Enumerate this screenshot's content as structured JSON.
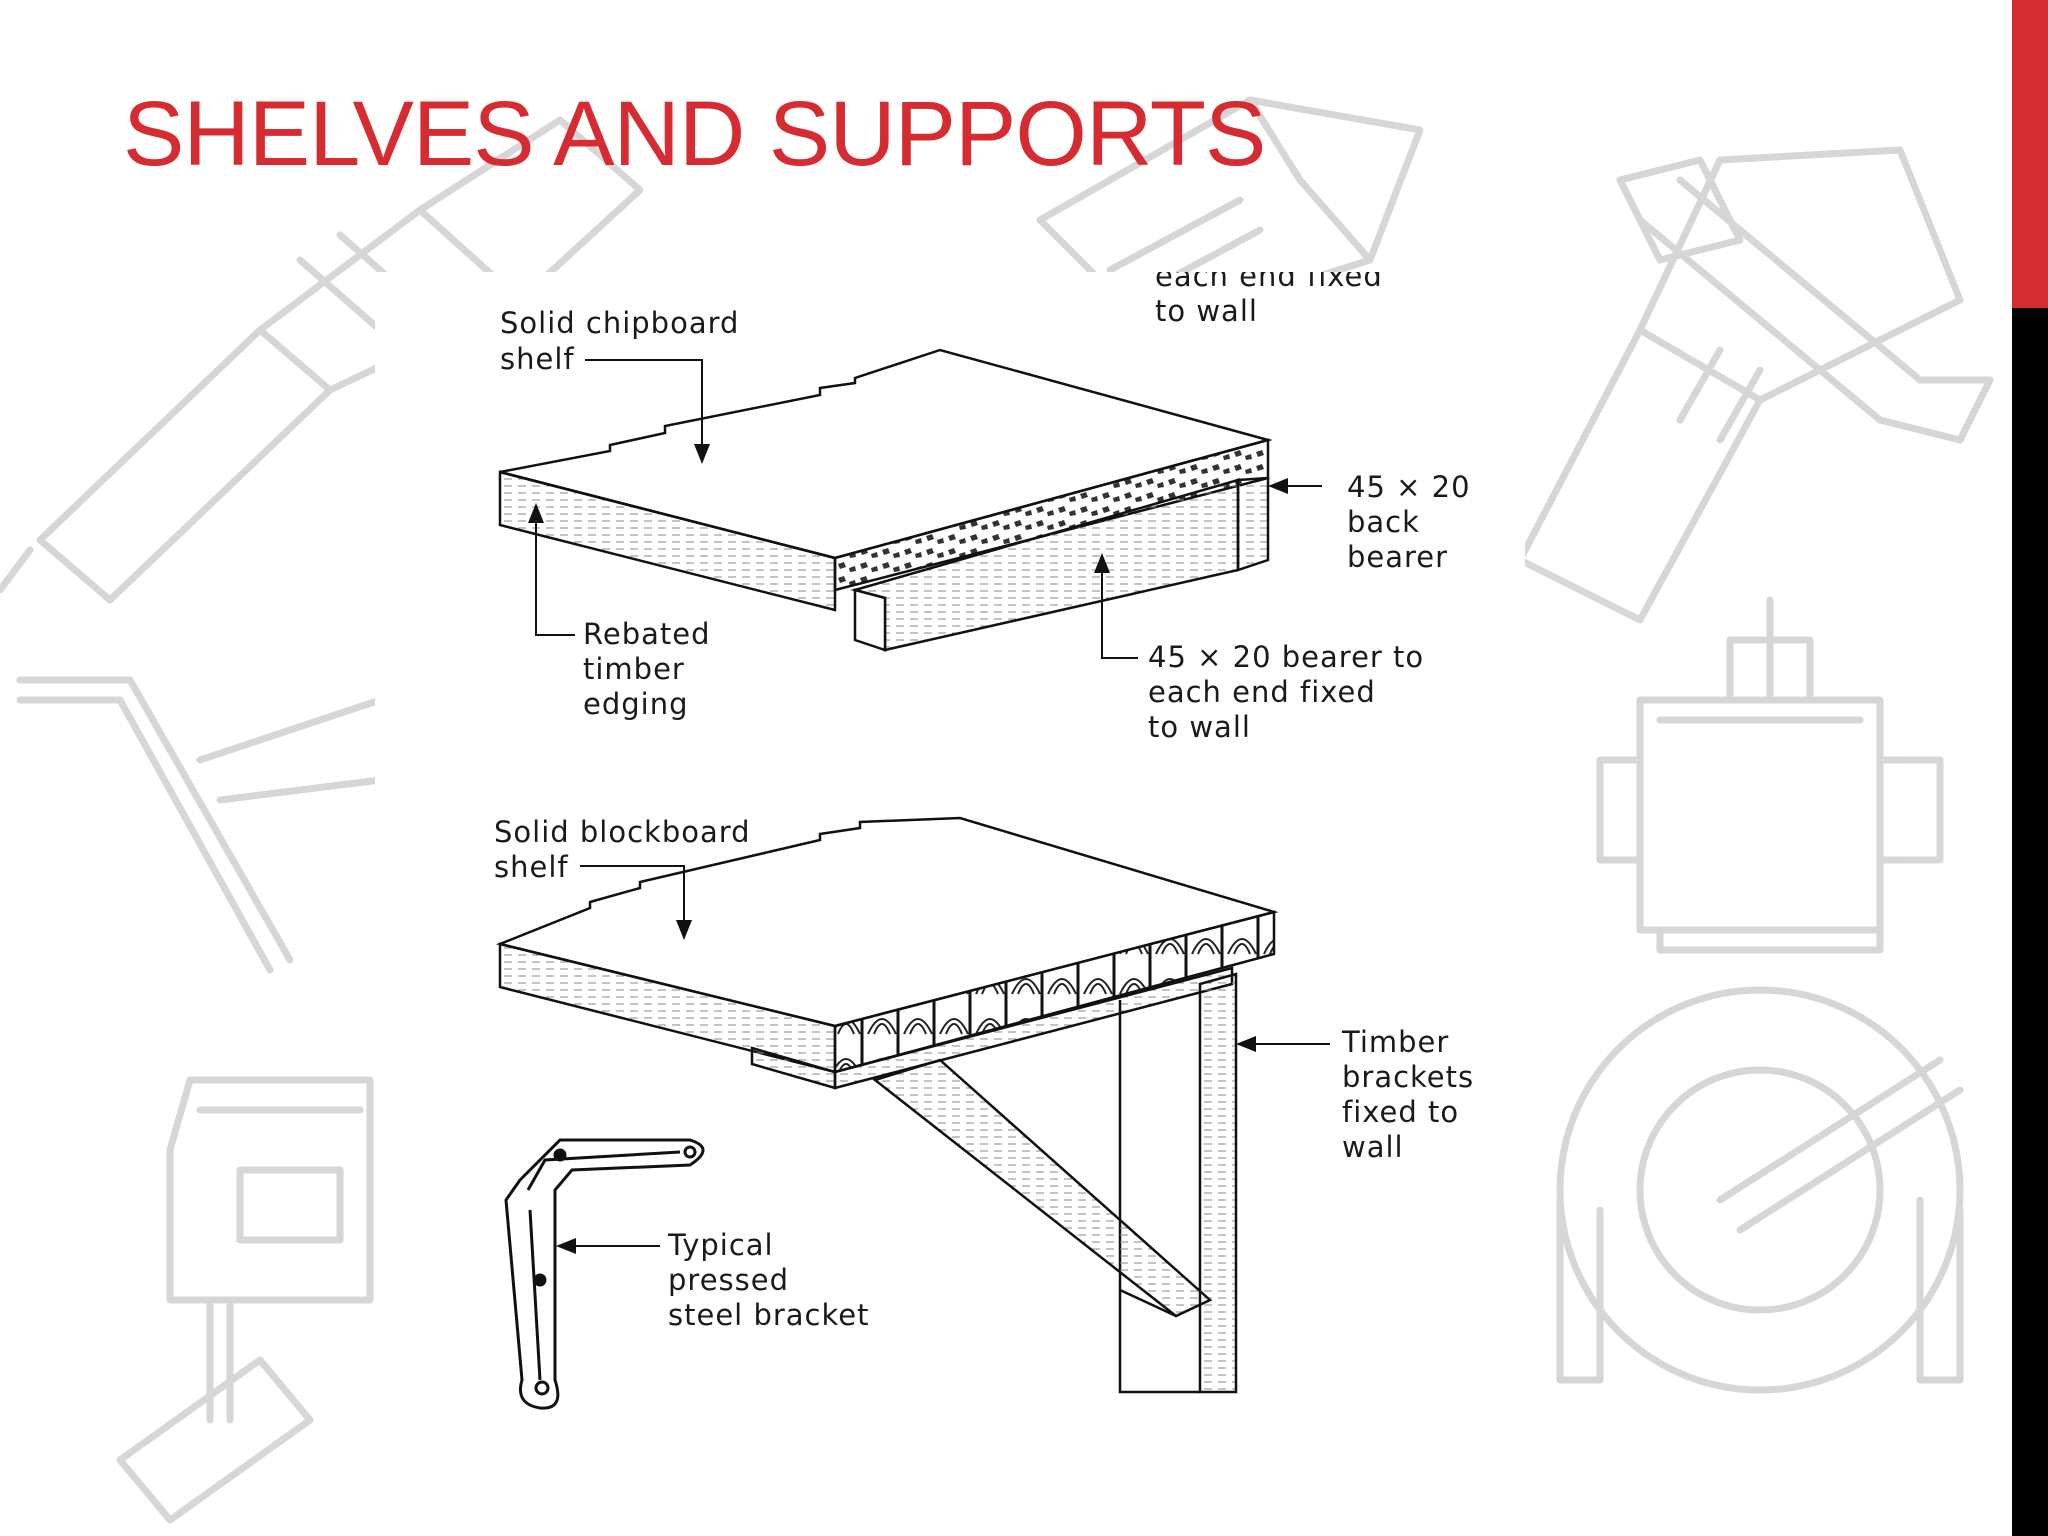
{
  "slide": {
    "title": "SHELVES AND SUPPORTS",
    "accent_color": "#d62b30",
    "side_bar_color": "#000000",
    "pattern_icons": [
      "drill-icon",
      "wrench-icon",
      "wheelbarrow-icon",
      "jigsaw-icon",
      "router-icon",
      "circular-saw-icon",
      "hammer-icon"
    ]
  },
  "diagram": {
    "top": {
      "shelf_label": [
        "Solid chipboard",
        "shelf"
      ],
      "cut_label": [
        "each end fixed",
        "to wall"
      ],
      "back_bearer_label": [
        "45 × 20",
        "back",
        "bearer"
      ],
      "edging_label": [
        "Rebated",
        "timber",
        "edging"
      ],
      "end_bearer_label": [
        "45 × 20 bearer to",
        "each end fixed",
        "to wall"
      ]
    },
    "bottom": {
      "shelf_label": [
        "Solid blockboard",
        "shelf"
      ],
      "bracket_label": [
        "Timber",
        "brackets",
        "fixed to",
        "wall"
      ],
      "steel_bracket_label": [
        "Typical",
        "pressed",
        "steel bracket"
      ]
    }
  }
}
